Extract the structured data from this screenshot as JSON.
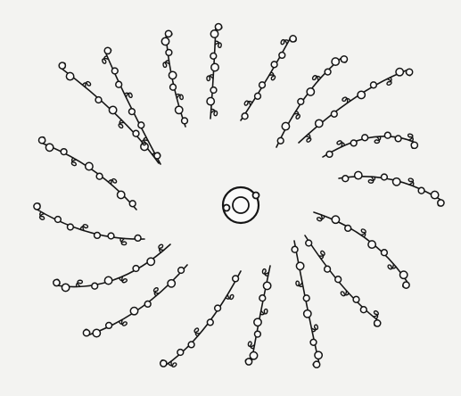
{
  "drawing": {
    "subject": "radial-chromosome-sketch",
    "strand_count": 18,
    "hub": "central-ring",
    "colors": {
      "background": "#f3f3f1",
      "ink": "#151515",
      "bead_fill": "#fbfbfa"
    }
  }
}
